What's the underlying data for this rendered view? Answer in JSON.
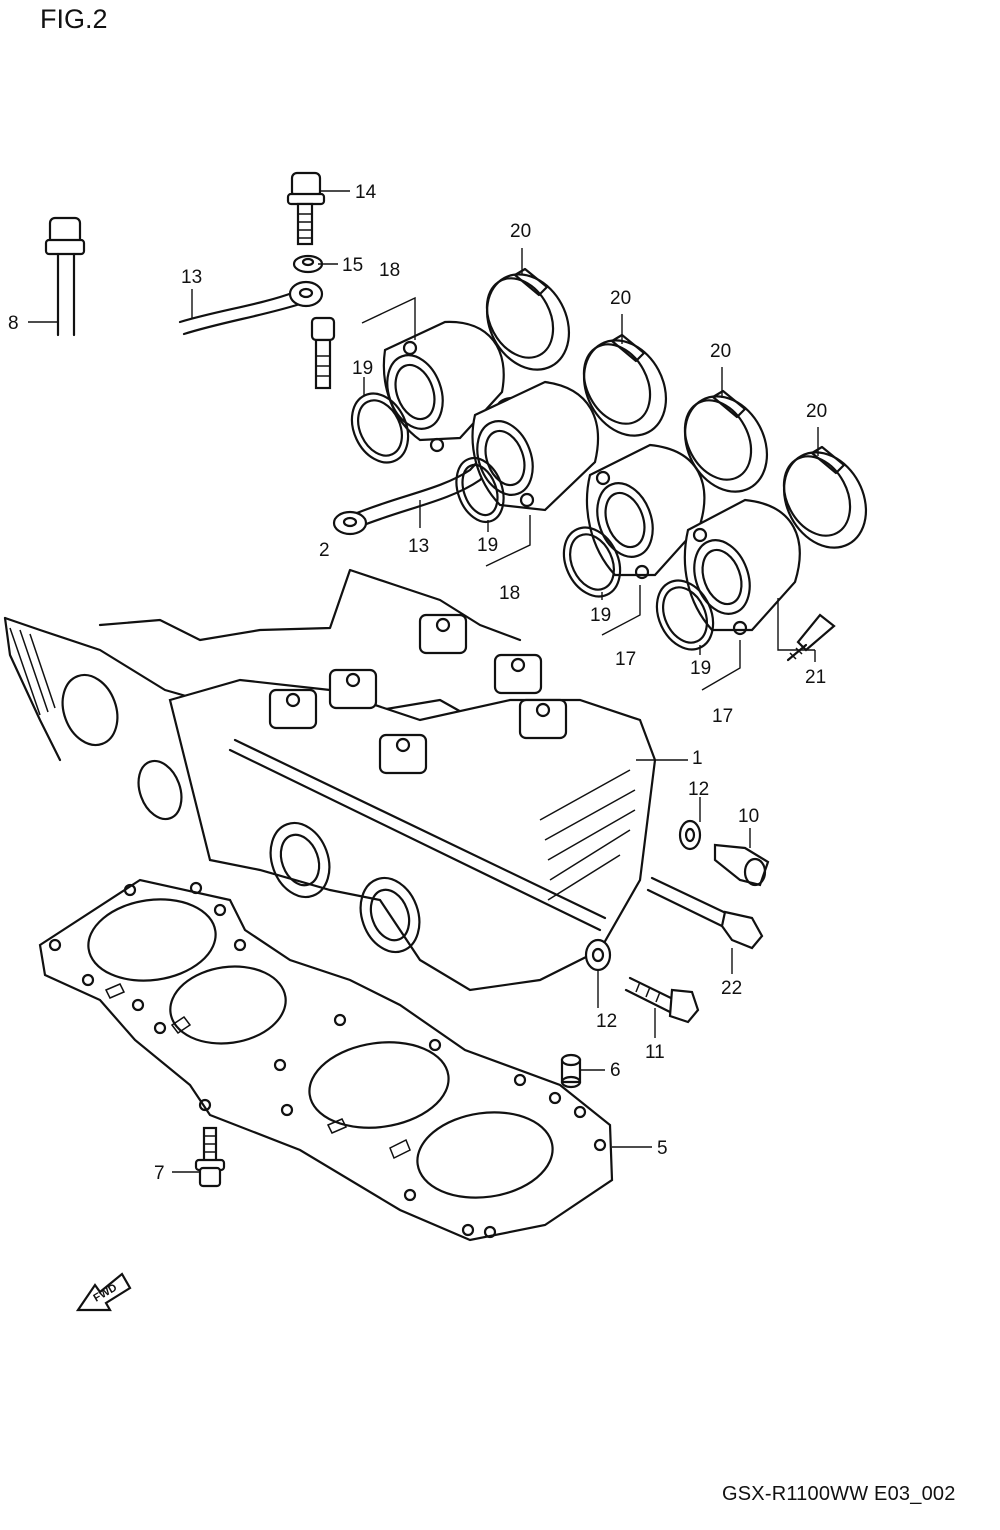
{
  "figure": {
    "title": "FIG.2",
    "footer_code": "GSX-R1100WW  E03_002",
    "fwd_label": "FWD"
  },
  "callouts": {
    "c1": "1",
    "c2": "2",
    "c5": "5",
    "c6": "6",
    "c7": "7",
    "c8": "8",
    "c10": "10",
    "c11": "11",
    "c12a": "12",
    "c12b": "12",
    "c13a": "13",
    "c13b": "13",
    "c14": "14",
    "c15": "15",
    "c17a": "17",
    "c17b": "17",
    "c18a": "18",
    "c18b": "18",
    "c19a": "19",
    "c19b": "19",
    "c19c": "19",
    "c19d": "19",
    "c20a": "20",
    "c20b": "20",
    "c20c": "20",
    "c20d": "20",
    "c21": "21",
    "c22": "22"
  }
}
